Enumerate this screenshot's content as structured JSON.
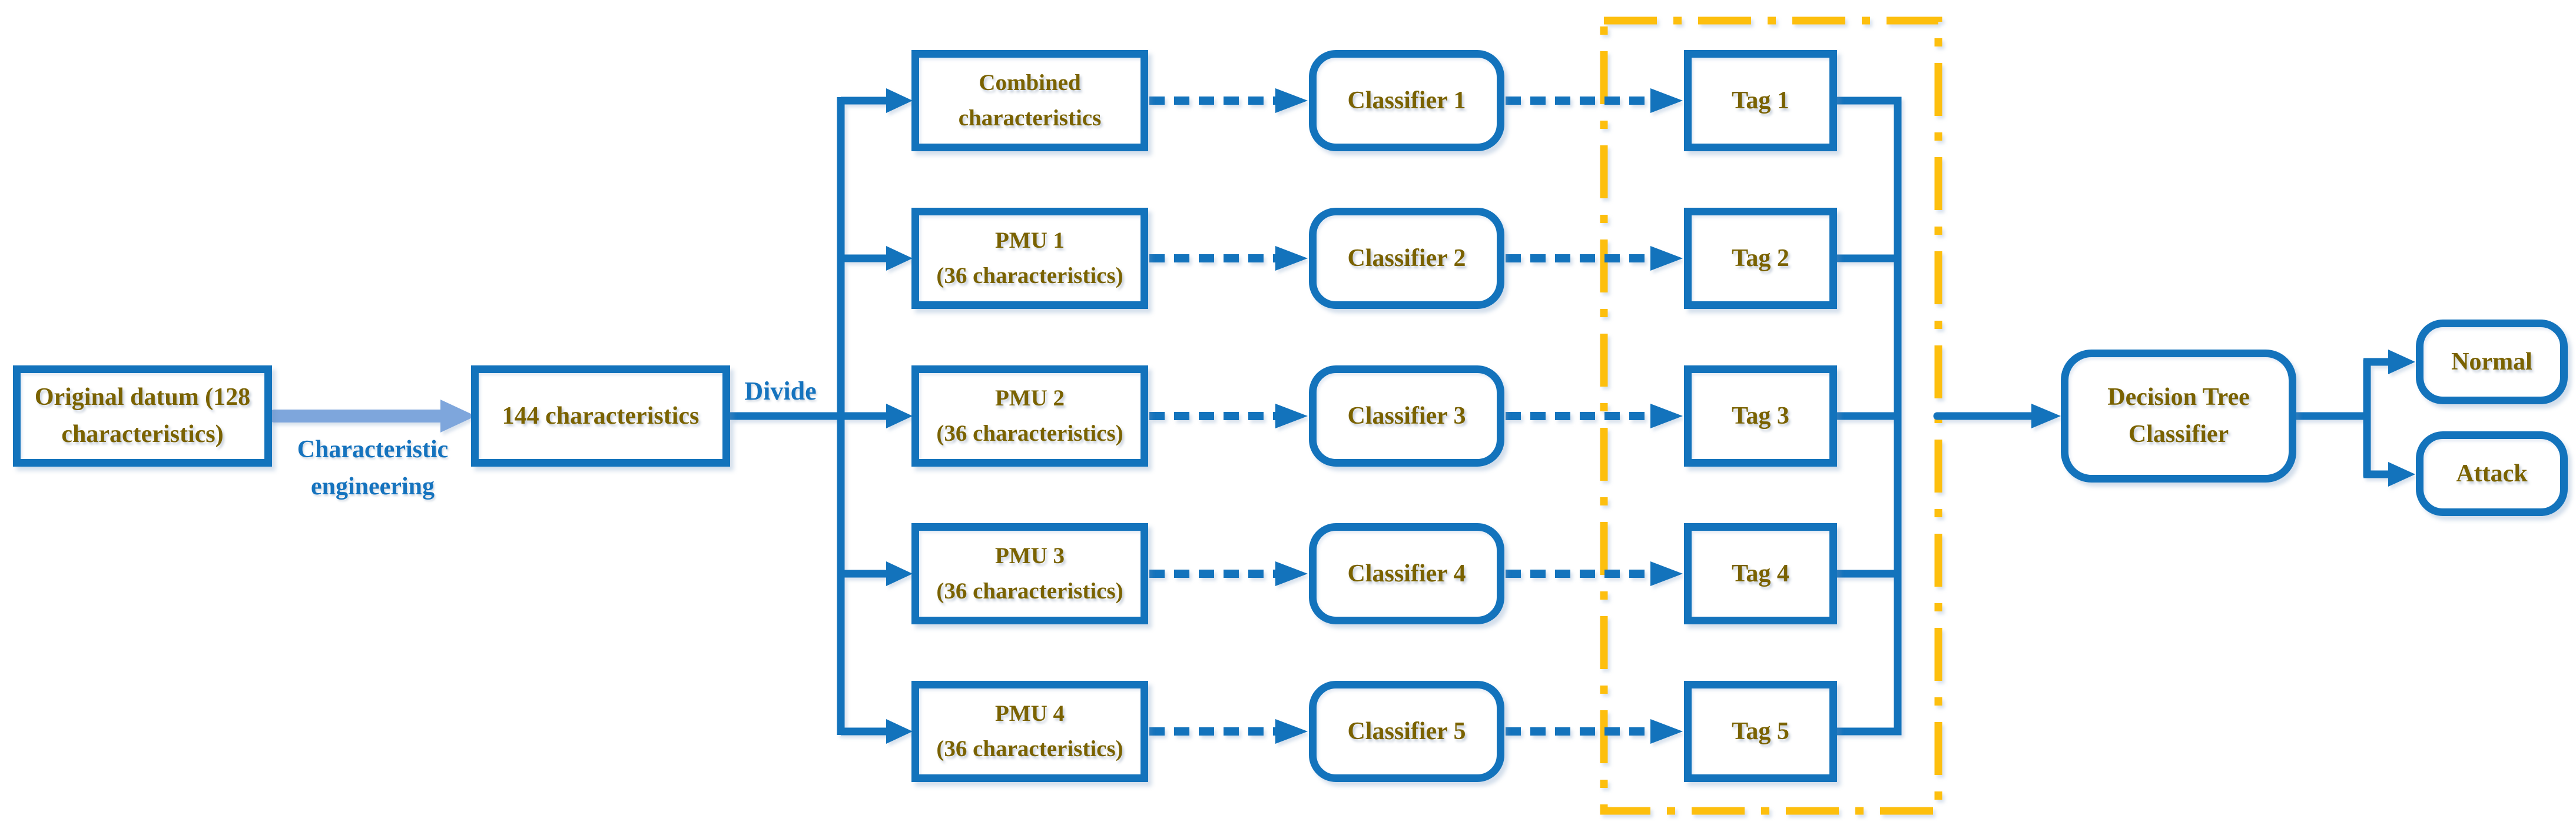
{
  "colors": {
    "blue": "#1373BC",
    "light_blue_arrow": "#7EA6DC",
    "gold_dashed_frame": "#FDBF0E",
    "label_olive": "#7A6200",
    "label_blue": "#1573BE",
    "background": "#FFFFFF"
  },
  "nodes": {
    "original": {
      "label": "Original datum (128\ncharacteristics)"
    },
    "engineered": {
      "label": "144 characteristics"
    },
    "decision": {
      "label": "Decision Tree\nClassifier"
    },
    "normal": {
      "label": "Normal"
    },
    "attack": {
      "label": "Attack"
    }
  },
  "annotations": {
    "characteristic_engineering": "Characteristic\nengineering",
    "divide": "Divide"
  },
  "pipelines": [
    {
      "source": "Combined\ncharacteristics",
      "classifier": "Classifier 1",
      "tag": "Tag 1"
    },
    {
      "source": "PMU 1\n(36 characteristics)",
      "classifier": "Classifier 2",
      "tag": "Tag 2"
    },
    {
      "source": "PMU 2\n(36 characteristics)",
      "classifier": "Classifier 3",
      "tag": "Tag 3"
    },
    {
      "source": "PMU 3\n(36 characteristics)",
      "classifier": "Classifier 4",
      "tag": "Tag 4"
    },
    {
      "source": "PMU 4\n(36 characteristics)",
      "classifier": "Classifier 5",
      "tag": "Tag 5"
    }
  ]
}
